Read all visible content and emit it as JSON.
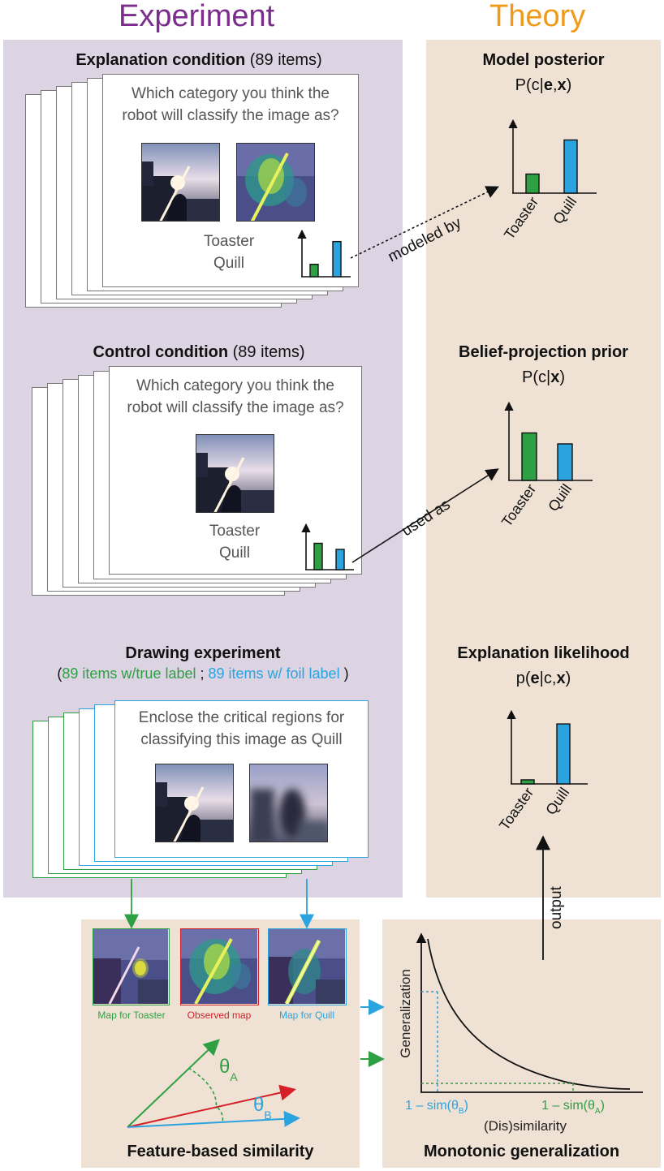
{
  "headings": {
    "experiment": "Experiment",
    "theory": "Theory"
  },
  "colors": {
    "experiment": "#7b2d8e",
    "theory": "#f09a1a",
    "green": "#2ea043",
    "blue": "#2aa3de",
    "red": "#d62027"
  },
  "explanation_condition": {
    "title": "Explanation condition",
    "count": "(89 items)",
    "question_line1": "Which category you think the",
    "question_line2": "robot will classify the image as?",
    "option1": "Toaster",
    "option2": "Quill"
  },
  "control_condition": {
    "title": "Control condition",
    "count": "(89 items)",
    "question_line1": "Which category you think the",
    "question_line2": "robot will classify the image as?",
    "option1": "Toaster",
    "option2": "Quill"
  },
  "drawing_experiment": {
    "title": "Drawing experiment",
    "paren_open": "(",
    "true_label": "89 items w/true label",
    "sep": " ; ",
    "foil_label": "89 items w/ foil label",
    "paren_close": " )",
    "instruction_line1": "Enclose the critical regions for",
    "instruction_line2": "classifying this image as Quill"
  },
  "theory": {
    "posterior": {
      "title": "Model posterior",
      "formula_pre": "P(c|",
      "formula_e": "e",
      "formula_comma": ",",
      "formula_x": "x",
      "formula_post": ")"
    },
    "prior": {
      "title": "Belief-projection prior",
      "formula_pre": "P(c|",
      "formula_x": "x",
      "formula_post": ")"
    },
    "likelihood": {
      "title": "Explanation likelihood",
      "formula_pre": "p(",
      "formula_e": "e",
      "formula_mid": "|c,",
      "formula_x": "x",
      "formula_post": ")"
    }
  },
  "arrows": {
    "modeled_by": "modeled by",
    "used_as": "used as",
    "output": "output"
  },
  "feature_similarity": {
    "title": "Feature-based similarity",
    "map_toaster": "Map for Toaster",
    "map_observed": "Observed map",
    "map_quill": "Map for Quill",
    "theta_a": "θ",
    "theta_a_sub": "A",
    "theta_b": "θ",
    "theta_b_sub": "B"
  },
  "monotonic": {
    "title": "Monotonic generalization",
    "ylabel": "Generalization",
    "xlabel": "(Dis)similarity",
    "tick_b": "1 – sim(θ",
    "tick_b_sub": "B",
    "tick_a": "1 – sim(θ",
    "tick_a_sub": "A",
    "tick_close": ")"
  },
  "chart_data": [
    {
      "type": "bar",
      "categories": [
        "Toaster",
        "Quill"
      ],
      "values": [
        0.28,
        0.78
      ],
      "ylim": [
        0,
        1
      ]
    },
    {
      "type": "bar",
      "categories": [
        "Toaster",
        "Quill"
      ],
      "values": [
        0.65,
        0.5
      ],
      "ylim": [
        0,
        1
      ]
    },
    {
      "type": "bar",
      "categories": [
        "Toaster",
        "Quill"
      ],
      "values": [
        0.06,
        0.88
      ],
      "ylim": [
        0,
        1
      ]
    },
    {
      "type": "bar",
      "categories": [
        "Toaster",
        "Quill"
      ],
      "values": [
        0.3,
        0.85
      ],
      "ylim": [
        0,
        1
      ]
    },
    {
      "type": "bar",
      "categories": [
        "Toaster",
        "Quill"
      ],
      "values": [
        0.65,
        0.5
      ],
      "ylim": [
        0,
        1
      ]
    }
  ]
}
